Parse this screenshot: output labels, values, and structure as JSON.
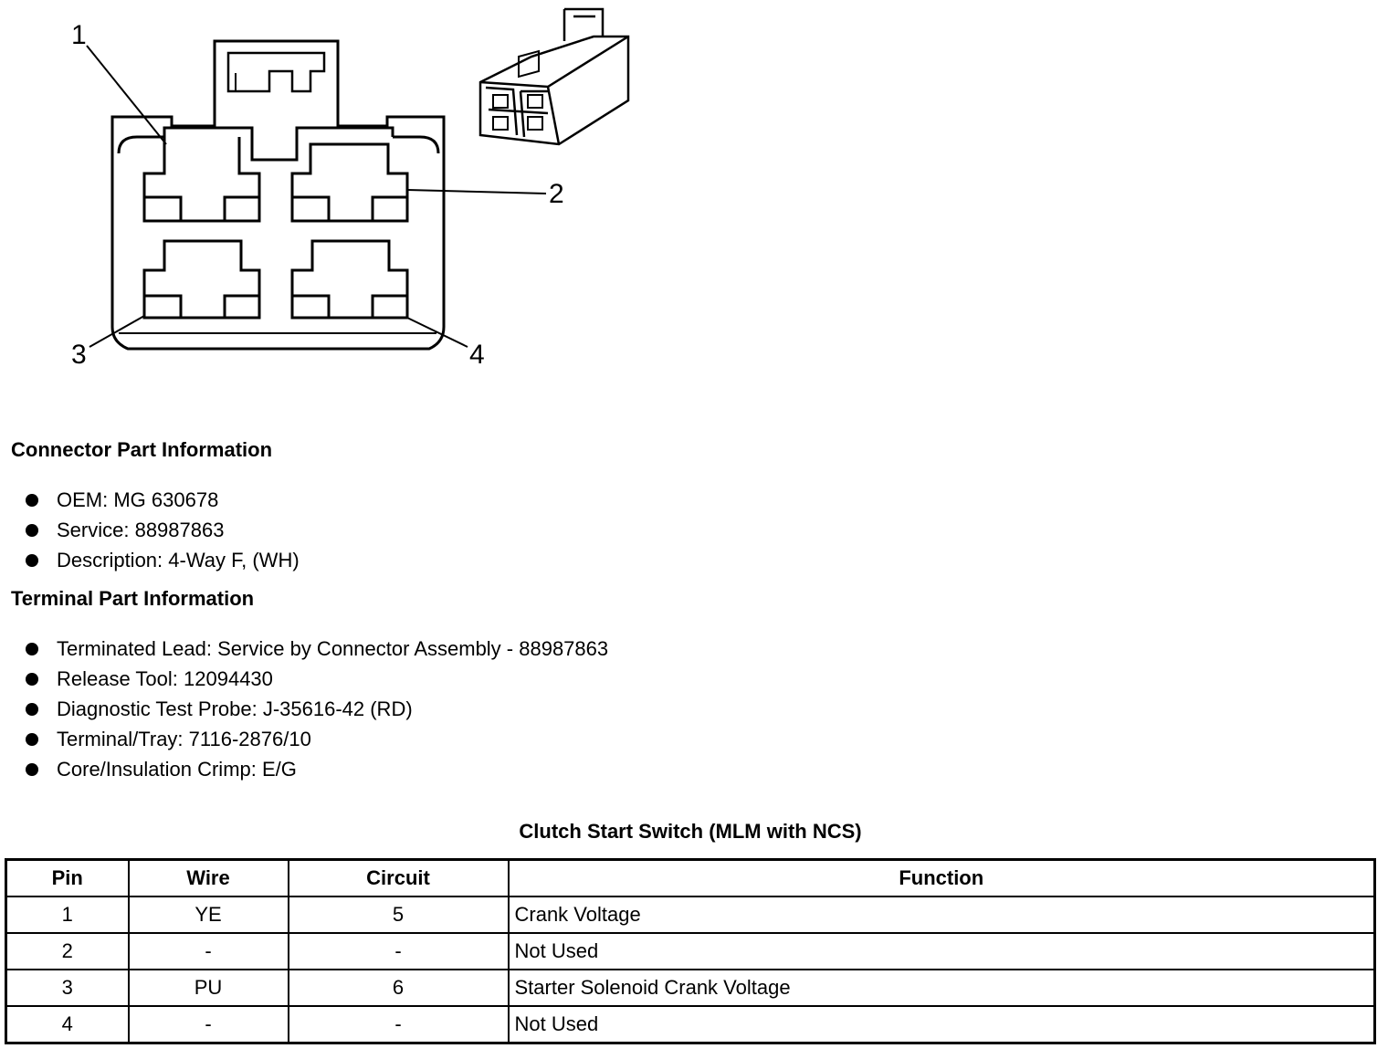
{
  "diagram": {
    "pin_labels": [
      "1",
      "2",
      "3",
      "4"
    ]
  },
  "connector_section": {
    "heading": "Connector Part Information",
    "items": [
      "OEM: MG 630678",
      "Service: 88987863",
      "Description: 4-Way F, (WH)"
    ]
  },
  "terminal_section": {
    "heading": "Terminal Part Information",
    "items": [
      "Terminated Lead: Service by Connector Assembly - 88987863",
      "Release Tool: 12094430",
      "Diagnostic Test Probe: J-35616-42 (RD)",
      "Terminal/Tray: 7116-2876/10",
      "Core/Insulation Crimp: E/G"
    ]
  },
  "table": {
    "title": "Clutch Start Switch (MLM with NCS)",
    "headers": [
      "Pin",
      "Wire",
      "Circuit",
      "Function"
    ],
    "rows": [
      [
        "1",
        "YE",
        "5",
        "Crank Voltage"
      ],
      [
        "2",
        "-",
        "-",
        "Not Used"
      ],
      [
        "3",
        "PU",
        "6",
        "Starter Solenoid Crank Voltage"
      ],
      [
        "4",
        "-",
        "-",
        "Not Used"
      ]
    ]
  }
}
